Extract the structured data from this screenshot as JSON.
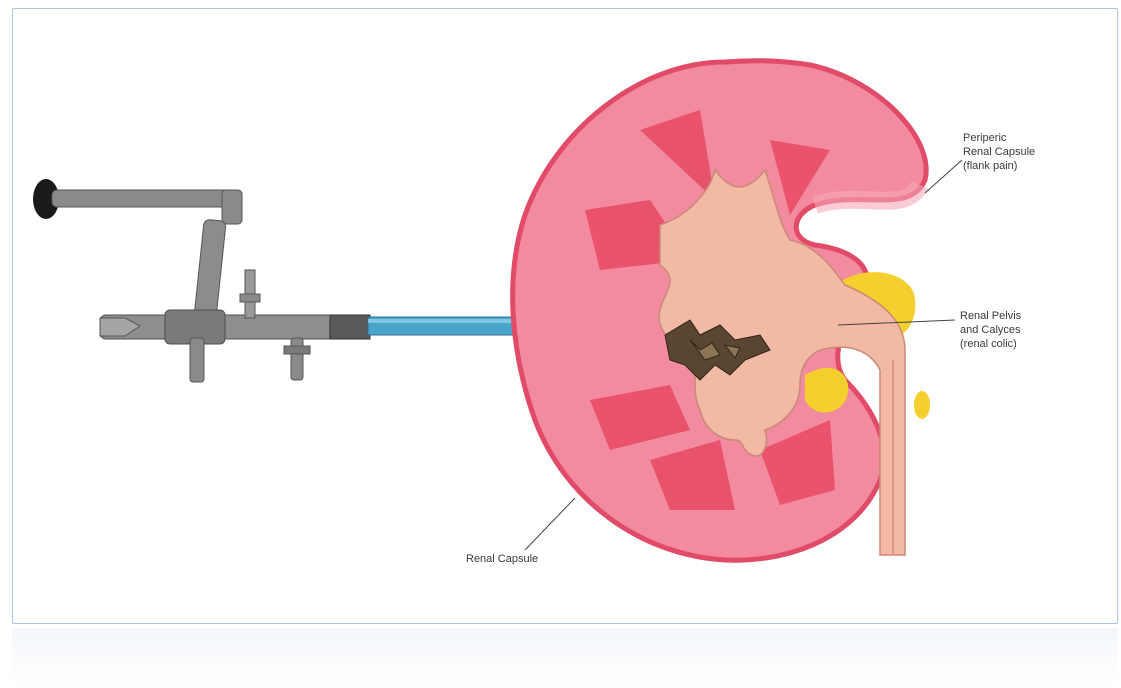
{
  "labels": {
    "perirenal": [
      "Periperic",
      "Renal Capsule",
      "(flank pain)"
    ],
    "pelvis": [
      "Renal Pelvis",
      "and Calyces",
      "(renal colic)"
    ],
    "capsule": "Renal Capsule"
  },
  "colors": {
    "cortex": "#f28aa0",
    "capsule_edge": "#e14a68",
    "medulla": "#e8455f",
    "pelvis": "#f2b9a4",
    "fat": "#f5cf2d",
    "instrument_metal": "#8a8a8a",
    "sheath": "#4aa3c9",
    "stone": "#5a4630"
  }
}
